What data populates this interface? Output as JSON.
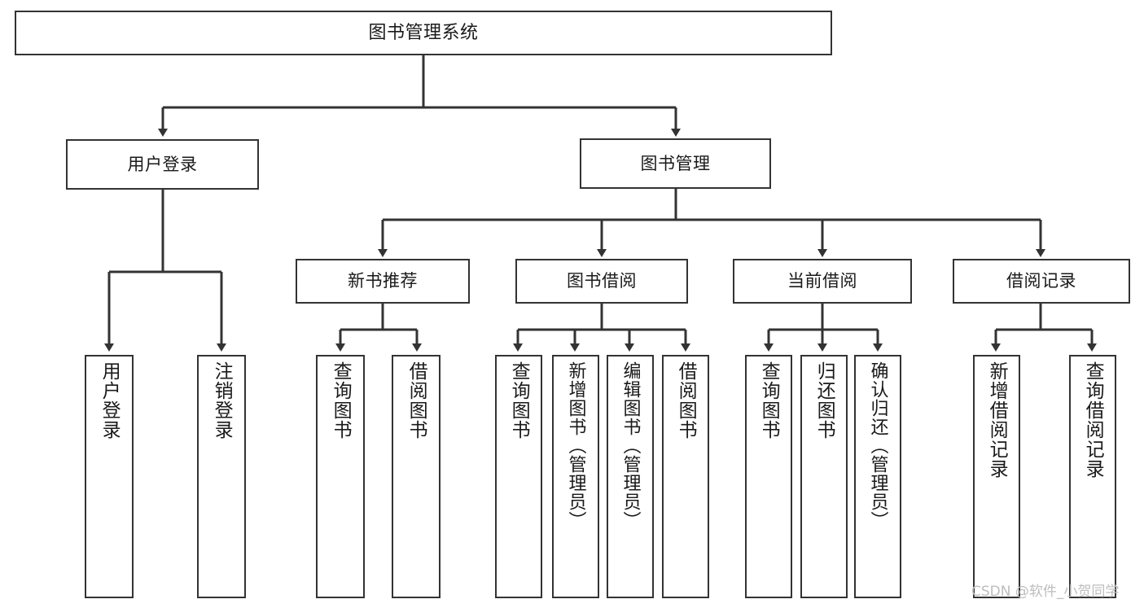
{
  "diagram": {
    "title": "图书管理系统",
    "type": "hierarchy-tree",
    "watermark": "CSDN @软件_小贺同学",
    "colors": {
      "box_border": "#333333",
      "box_fill": "#ffffff",
      "edge": "#333333",
      "text": "#1a1a1a",
      "watermark": "#bdbdbd"
    },
    "nodes": {
      "root": {
        "label": "图书管理系统"
      },
      "level2": [
        {
          "label": "用户登录"
        },
        {
          "label": "图书管理"
        }
      ],
      "level3": [
        {
          "label": "新书推荐"
        },
        {
          "label": "图书借阅"
        },
        {
          "label": "当前借阅"
        },
        {
          "label": "借阅记录"
        }
      ],
      "leaves": {
        "user_login": [
          {
            "label": "用户登录"
          },
          {
            "label": "注销登录"
          }
        ],
        "new_book_recommend": [
          {
            "label": "查询图书"
          },
          {
            "label": "借阅图书"
          }
        ],
        "book_borrow": [
          {
            "label": "查询图书"
          },
          {
            "label": "新增图书（管理员）"
          },
          {
            "label": "编辑图书（管理员）"
          },
          {
            "label": "借阅图书"
          }
        ],
        "current_borrow": [
          {
            "label": "查询图书"
          },
          {
            "label": "归还图书"
          },
          {
            "label": "确认归还（管理员）"
          }
        ],
        "borrow_record": [
          {
            "label": "新增借阅记录"
          },
          {
            "label": "查询借阅记录"
          }
        ]
      }
    }
  }
}
